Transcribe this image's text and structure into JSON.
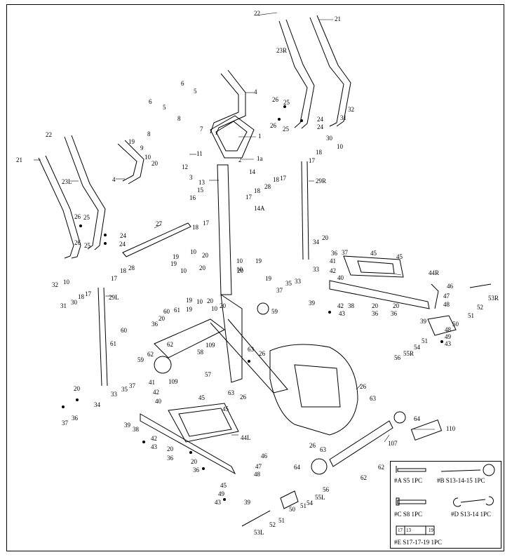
{
  "diagram": {
    "labels": [
      {
        "id": "22-top",
        "text": "22"
      },
      {
        "id": "21-top",
        "text": "21"
      },
      {
        "id": "23R",
        "text": "23R"
      },
      {
        "id": "6a",
        "text": "6"
      },
      {
        "id": "5a",
        "text": "5"
      },
      {
        "id": "4a",
        "text": "4"
      },
      {
        "id": "6b",
        "text": "6"
      },
      {
        "id": "5b",
        "text": "5"
      },
      {
        "id": "8a",
        "text": "8"
      },
      {
        "id": "8b",
        "text": "8"
      },
      {
        "id": "7",
        "text": "7"
      },
      {
        "id": "1",
        "text": "1"
      },
      {
        "id": "1a",
        "text": "1a"
      },
      {
        "id": "2",
        "text": "2"
      },
      {
        "id": "26-r1",
        "text": "26"
      },
      {
        "id": "25-r1",
        "text": "25"
      },
      {
        "id": "26-r2",
        "text": "26"
      },
      {
        "id": "25-r2",
        "text": "25"
      },
      {
        "id": "24-r1",
        "text": "24"
      },
      {
        "id": "24-r2",
        "text": "24"
      },
      {
        "id": "31-r",
        "text": "31"
      },
      {
        "id": "32-r",
        "text": "32"
      },
      {
        "id": "30-r",
        "text": "30"
      },
      {
        "id": "10-r",
        "text": "10"
      },
      {
        "id": "18-r1",
        "text": "18"
      },
      {
        "id": "17-r1",
        "text": "17"
      },
      {
        "id": "22-left",
        "text": "22"
      },
      {
        "id": "19a",
        "text": "19"
      },
      {
        "id": "9",
        "text": "9"
      },
      {
        "id": "10a",
        "text": "10"
      },
      {
        "id": "20a",
        "text": "20"
      },
      {
        "id": "11",
        "text": "11"
      },
      {
        "id": "12",
        "text": "12"
      },
      {
        "id": "3",
        "text": "3"
      },
      {
        "id": "21-left",
        "text": "21"
      },
      {
        "id": "4b",
        "text": "4"
      },
      {
        "id": "13",
        "text": "13"
      },
      {
        "id": "14",
        "text": "14"
      },
      {
        "id": "23L",
        "text": "23L"
      },
      {
        "id": "15",
        "text": "15"
      },
      {
        "id": "16",
        "text": "16"
      },
      {
        "id": "14A",
        "text": "14A"
      },
      {
        "id": "17-m",
        "text": "17"
      },
      {
        "id": "18-m",
        "text": "18"
      },
      {
        "id": "28-m",
        "text": "28"
      },
      {
        "id": "18-m2",
        "text": "18"
      },
      {
        "id": "17-m2",
        "text": "17"
      },
      {
        "id": "29R",
        "text": "29R"
      },
      {
        "id": "26-l1",
        "text": "26"
      },
      {
        "id": "25-l1",
        "text": "25"
      },
      {
        "id": "26-l2",
        "text": "26"
      },
      {
        "id": "25-l2",
        "text": "25"
      },
      {
        "id": "24-l1",
        "text": "24"
      },
      {
        "id": "24-l2",
        "text": "24"
      },
      {
        "id": "27",
        "text": "27"
      },
      {
        "id": "18-c",
        "text": "18"
      },
      {
        "id": "17-c",
        "text": "17"
      },
      {
        "id": "10-c1",
        "text": "10"
      },
      {
        "id": "19-c1",
        "text": "19"
      },
      {
        "id": "19-c2",
        "text": "19"
      },
      {
        "id": "20-c1",
        "text": "20"
      },
      {
        "id": "10-c2",
        "text": "10"
      },
      {
        "id": "20-c2",
        "text": "20"
      },
      {
        "id": "10-c3",
        "text": "10"
      },
      {
        "id": "19-c3",
        "text": "19"
      },
      {
        "id": "10-c4",
        "text": "10"
      },
      {
        "id": "19-c4",
        "text": "19"
      },
      {
        "id": "20-c3",
        "text": "20"
      },
      {
        "id": "34-r",
        "text": "34"
      },
      {
        "id": "20-r",
        "text": "20"
      },
      {
        "id": "36-r",
        "text": "36"
      },
      {
        "id": "37-r",
        "text": "37"
      },
      {
        "id": "41-r",
        "text": "41"
      },
      {
        "id": "33-r1",
        "text": "33"
      },
      {
        "id": "42-r",
        "text": "42"
      },
      {
        "id": "40-r",
        "text": "40"
      },
      {
        "id": "45-r1",
        "text": "45"
      },
      {
        "id": "45-r2",
        "text": "45"
      },
      {
        "id": "44R",
        "text": "44R"
      },
      {
        "id": "18-l",
        "text": "18"
      },
      {
        "id": "28-l",
        "text": "28"
      },
      {
        "id": "17-l",
        "text": "17"
      },
      {
        "id": "32-l",
        "text": "32"
      },
      {
        "id": "10-l",
        "text": "10"
      },
      {
        "id": "31-l",
        "text": "31"
      },
      {
        "id": "30-l",
        "text": "30"
      },
      {
        "id": "18-l2",
        "text": "18"
      },
      {
        "id": "17-l2",
        "text": "17"
      },
      {
        "id": "29L",
        "text": "29L"
      },
      {
        "id": "19-d1",
        "text": "19"
      },
      {
        "id": "10-d1",
        "text": "10"
      },
      {
        "id": "20-d1",
        "text": "20"
      },
      {
        "id": "19-d2",
        "text": "19"
      },
      {
        "id": "10-d2",
        "text": "10"
      },
      {
        "id": "20-d2",
        "text": "20"
      },
      {
        "id": "37-r2",
        "text": "37"
      },
      {
        "id": "35-r",
        "text": "35"
      },
      {
        "id": "33-r2",
        "text": "33"
      },
      {
        "id": "39-r",
        "text": "39"
      },
      {
        "id": "38-r",
        "text": "38"
      },
      {
        "id": "42-r2",
        "text": "42"
      },
      {
        "id": "43-r",
        "text": "43"
      },
      {
        "id": "20-r2",
        "text": "20"
      },
      {
        "id": "36-r2",
        "text": "36"
      },
      {
        "id": "20-r3",
        "text": "20"
      },
      {
        "id": "36-r3",
        "text": "36"
      },
      {
        "id": "46-r",
        "text": "46"
      },
      {
        "id": "47-r",
        "text": "47"
      },
      {
        "id": "48-r1",
        "text": "48"
      },
      {
        "id": "50-r",
        "text": "50"
      },
      {
        "id": "48-r2",
        "text": "48"
      },
      {
        "id": "49-r",
        "text": "49"
      },
      {
        "id": "43-r2",
        "text": "43"
      },
      {
        "id": "51-r",
        "text": "51"
      },
      {
        "id": "52-r",
        "text": "52"
      },
      {
        "id": "53R",
        "text": "53R"
      },
      {
        "id": "39-r2",
        "text": "39"
      },
      {
        "id": "54-r",
        "text": "54"
      },
      {
        "id": "55R",
        "text": "55R"
      },
      {
        "id": "56-r",
        "text": "56"
      },
      {
        "id": "51-r2",
        "text": "51"
      },
      {
        "id": "59-a",
        "text": "59"
      },
      {
        "id": "60-a",
        "text": "60"
      },
      {
        "id": "61-a",
        "text": "61"
      },
      {
        "id": "20-e",
        "text": "20"
      },
      {
        "id": "36-e",
        "text": "36"
      },
      {
        "id": "60-b",
        "text": "60"
      },
      {
        "id": "61-b",
        "text": "61"
      },
      {
        "id": "62-a",
        "text": "62"
      },
      {
        "id": "109-a",
        "text": "109"
      },
      {
        "id": "58",
        "text": "58"
      },
      {
        "id": "62-b",
        "text": "62"
      },
      {
        "id": "63-a",
        "text": "63"
      },
      {
        "id": "26-a",
        "text": "26"
      },
      {
        "id": "59-b",
        "text": "59"
      },
      {
        "id": "57",
        "text": "57"
      },
      {
        "id": "109-b",
        "text": "109"
      },
      {
        "id": "63-b",
        "text": "63"
      },
      {
        "id": "26-b",
        "text": "26"
      },
      {
        "id": "37-l",
        "text": "37"
      },
      {
        "id": "35-l",
        "text": "35"
      },
      {
        "id": "41-l",
        "text": "41"
      },
      {
        "id": "42-l",
        "text": "42"
      },
      {
        "id": "20-l",
        "text": "20"
      },
      {
        "id": "33-l",
        "text": "33"
      },
      {
        "id": "34-l",
        "text": "34"
      },
      {
        "id": "40-l",
        "text": "40"
      },
      {
        "id": "36-l",
        "text": "36"
      },
      {
        "id": "37-l2",
        "text": "37"
      },
      {
        "id": "45-l1",
        "text": "45"
      },
      {
        "id": "45-l2",
        "text": "45"
      },
      {
        "id": "39-l",
        "text": "39"
      },
      {
        "id": "38-l",
        "text": "38"
      },
      {
        "id": "42-l2",
        "text": "42"
      },
      {
        "id": "43-l",
        "text": "43"
      },
      {
        "id": "44L",
        "text": "44L"
      },
      {
        "id": "20-l2",
        "text": "20"
      },
      {
        "id": "36-l2",
        "text": "36"
      },
      {
        "id": "20-l3",
        "text": "20"
      },
      {
        "id": "36-l3",
        "text": "36"
      },
      {
        "id": "26-c",
        "text": "26"
      },
      {
        "id": "63-c",
        "text": "63"
      },
      {
        "id": "64-a",
        "text": "64"
      },
      {
        "id": "110",
        "text": "110"
      },
      {
        "id": "26-d",
        "text": "26"
      },
      {
        "id": "63-d",
        "text": "63"
      },
      {
        "id": "107",
        "text": "107"
      },
      {
        "id": "62-c",
        "text": "62"
      },
      {
        "id": "64-b",
        "text": "64"
      },
      {
        "id": "62-d",
        "text": "62"
      },
      {
        "id": "46-l",
        "text": "46"
      },
      {
        "id": "47-l",
        "text": "47"
      },
      {
        "id": "48-l1",
        "text": "48"
      },
      {
        "id": "45-l3",
        "text": "45"
      },
      {
        "id": "49-l",
        "text": "49"
      },
      {
        "id": "43-l2",
        "text": "43"
      },
      {
        "id": "39-l2",
        "text": "39"
      },
      {
        "id": "56-l",
        "text": "56"
      },
      {
        "id": "55L",
        "text": "55L"
      },
      {
        "id": "54-l",
        "text": "54"
      },
      {
        "id": "51-l",
        "text": "51"
      },
      {
        "id": "50-l",
        "text": "50"
      },
      {
        "id": "51-l2",
        "text": "51"
      },
      {
        "id": "52-l",
        "text": "52"
      },
      {
        "id": "53L",
        "text": "53L"
      }
    ]
  },
  "legend": {
    "items": [
      {
        "id": "A",
        "text": "#A S5 1PC"
      },
      {
        "id": "B",
        "text": "#B S13-14-15 1PC"
      },
      {
        "id": "C",
        "text": "#C S8 1PC"
      },
      {
        "id": "D",
        "text": "#D S13-14 1PC"
      },
      {
        "id": "E",
        "text": "#E S17-17-19 1PC"
      }
    ],
    "wrench_marks": [
      "17",
      "13",
      "19"
    ]
  }
}
